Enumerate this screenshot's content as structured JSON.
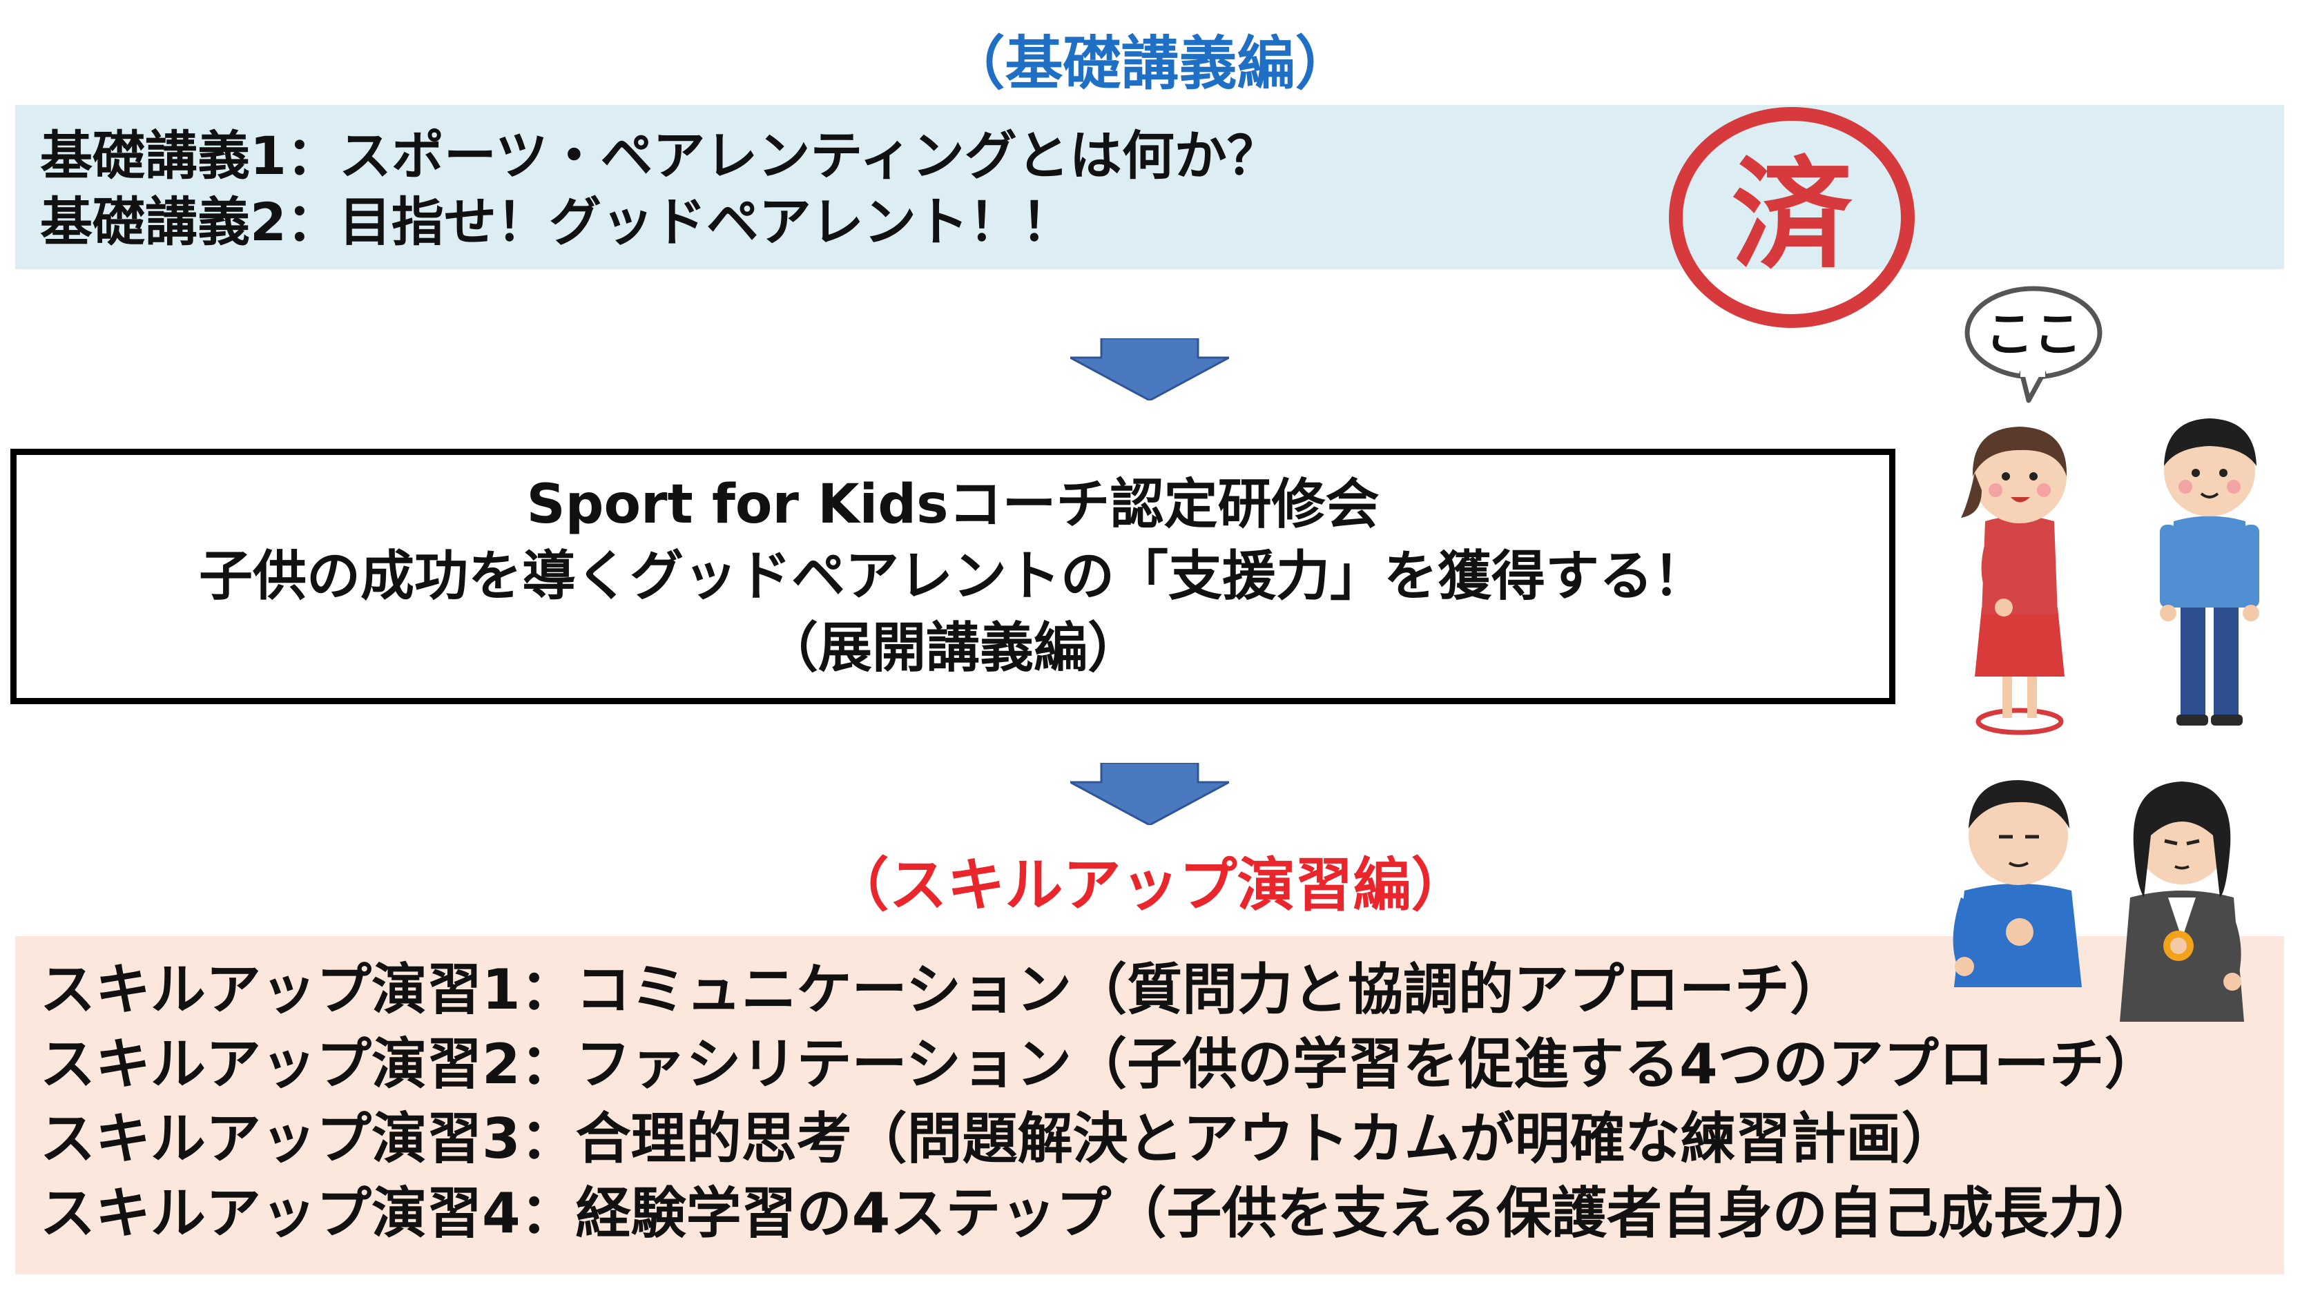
{
  "colors": {
    "basic_heading": "#1f6fc4",
    "skill_heading": "#e8262c",
    "basic_panel_bg": "#dceef4",
    "skill_panel_bg": "#fbe7dc",
    "arrow_fill": "#4a79c0",
    "stamp_red": "#d63a3c"
  },
  "basic": {
    "heading": "（基礎講義編）",
    "lines": [
      "基礎講義1：スポーツ・ペアレンティングとは何か？",
      "基礎講義2：目指せ！グッドペアレント！！"
    ]
  },
  "main": {
    "lines": [
      "Sport for Kidsコーチ認定研修会",
      "子供の成功を導くグッドペアレントの「支援力」を獲得する！",
      "（展開講義編）"
    ]
  },
  "skill": {
    "heading": "（スキルアップ演習編）",
    "lines": [
      "スキルアップ演習1：コミュニケーション（質問力と協調的アプローチ）",
      "スキルアップ演習2：ファシリテーション（子供の学習を促進する4つのアプローチ）",
      "スキルアップ演習3：合理的思考（問題解決とアウトカムが明確な練習計画）",
      "スキルアップ演習4：経験学習の4ステップ（子供を支える保護者自身の自己成長力）"
    ]
  },
  "stamp": {
    "char": "済",
    "icon": "completed-stamp-icon"
  },
  "speech": {
    "text": "ここ"
  },
  "illustrations": [
    "girl-pointing-icon",
    "boy-standing-icon",
    "boy-confident-icon",
    "woman-confident-icon"
  ]
}
